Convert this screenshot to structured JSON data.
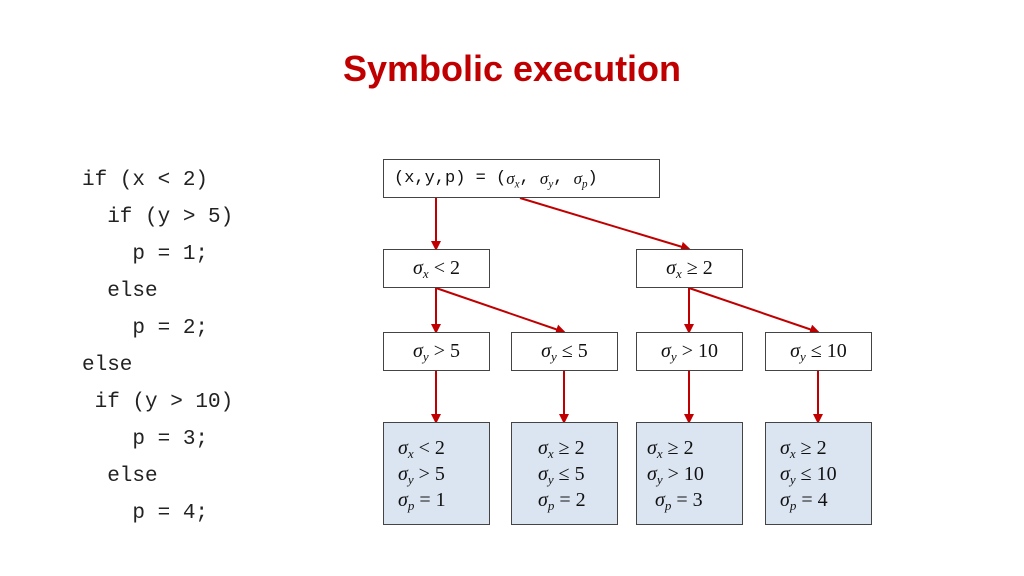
{
  "title": "Symbolic execution",
  "code": [
    "if (x < 2)",
    "  if (y > 5)",
    "    p = 1;",
    "  else",
    "    p = 2;",
    "else",
    " if (y > 10)",
    "    p = 3;",
    "  else",
    "    p = 4;"
  ],
  "colors": {
    "title": "#c00000",
    "arrow": "#c00000",
    "leaf_fill": "#dbe5f1",
    "box_border": "#444444"
  },
  "tree": {
    "root": {
      "vars": "(x,y,p) = (",
      "s1": "x",
      "s2": "y",
      "s3": "p",
      "close": ")"
    },
    "level1": [
      {
        "sym": "x",
        "rel": "< 2"
      },
      {
        "sym": "x",
        "rel": "≥ 2"
      }
    ],
    "level2": [
      {
        "sym": "y",
        "rel": "> 5"
      },
      {
        "sym": "y",
        "rel": "≤ 5"
      },
      {
        "sym": "y",
        "rel": "> 10"
      },
      {
        "sym": "y",
        "rel": "≤ 10"
      }
    ],
    "leaves": [
      {
        "lines": [
          {
            "sym": "x",
            "rel": "< 2"
          },
          {
            "sym": "y",
            "rel": "> 5"
          },
          {
            "sym": "p",
            "rel": "= 1"
          }
        ]
      },
      {
        "lines": [
          {
            "sym": "x",
            "rel": "≥ 2"
          },
          {
            "sym": "y",
            "rel": "≤ 5"
          },
          {
            "sym": "p",
            "rel": "= 2"
          }
        ]
      },
      {
        "lines": [
          {
            "sym": "x",
            "rel": "≥ 2"
          },
          {
            "sym": "y",
            "rel": "> 10"
          },
          {
            "sym": "p",
            "rel": "= 3"
          }
        ]
      },
      {
        "lines": [
          {
            "sym": "x",
            "rel": "≥ 2"
          },
          {
            "sym": "y",
            "rel": "≤ 10"
          },
          {
            "sym": "p",
            "rel": "= 4"
          }
        ]
      }
    ]
  }
}
